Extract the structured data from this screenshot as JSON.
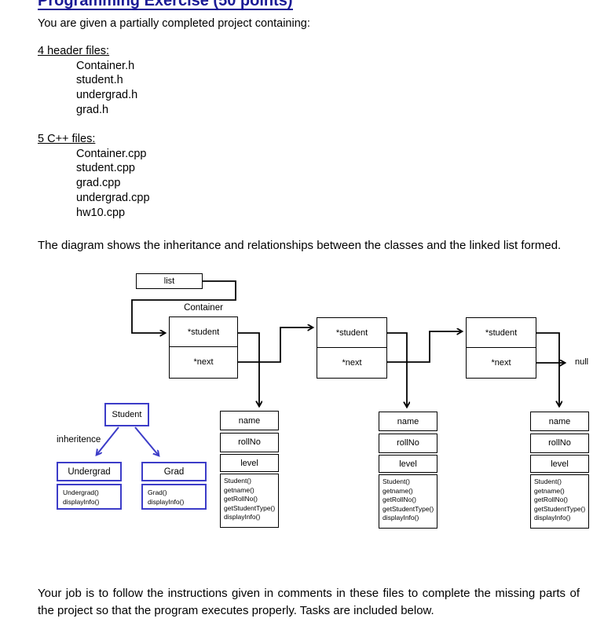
{
  "page": {
    "title": "Programming Exercise (50 points)",
    "intro": "You are given a partially completed project containing:",
    "header_files": {
      "label": "4 header files:",
      "items": [
        "Container.h",
        "student.h",
        "undergrad.h",
        "grad.h"
      ]
    },
    "cpp_files": {
      "label": "5 C++ files:",
      "items": [
        "Container.cpp",
        "student.cpp",
        "grad.cpp",
        "undergrad.cpp",
        "hw10.cpp"
      ]
    },
    "diagram_caption": "The diagram shows the inheritance and relationships between the classes and the linked list formed.",
    "footer": "Your job is to follow the instructions given in comments in these files to complete the missing parts of the project so that the program executes properly. Tasks are included below."
  },
  "diagram": {
    "list_label": "list",
    "container_label": "Container",
    "node_fields": [
      "*student",
      "*next"
    ],
    "null_label": "null",
    "inheritance_label": "inheritence",
    "student_class": {
      "title": "Student"
    },
    "undergrad_class": {
      "title": "Undergrad",
      "members": [
        "Undergrad()",
        "displayInfo()"
      ]
    },
    "grad_class": {
      "title": "Grad",
      "members": [
        "Grad()",
        "displayInfo()"
      ]
    },
    "object_fields": [
      "name",
      "rollNo",
      "level"
    ],
    "object_methods": [
      "Student()",
      "getname()",
      "getRollNo()",
      "getStudentType()",
      "displayInfo()"
    ]
  },
  "colors": {
    "title_heading": "#1b1b96",
    "class_box": "#3c3cc8",
    "diagram_line": "#000000"
  }
}
